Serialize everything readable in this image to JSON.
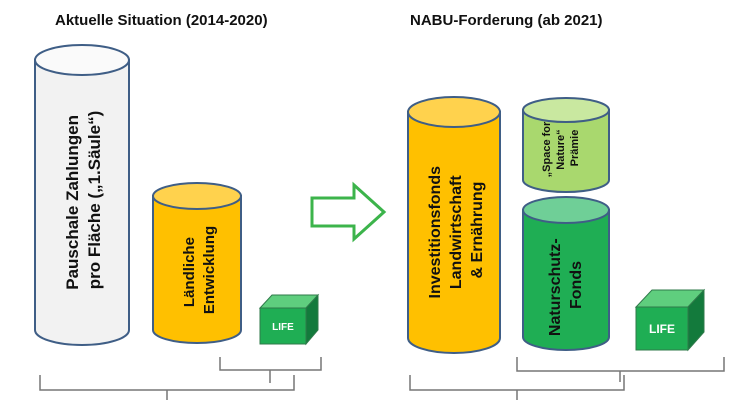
{
  "left_title": "Aktuelle Situation (2014-2020)",
  "right_title": "NABU-Forderung (ab 2021)",
  "left": {
    "pillar1": [
      "Pauschale Zahlungen",
      "pro Fläche („1.Säule“)"
    ],
    "rural": [
      "Ländliche",
      "Entwicklung"
    ],
    "life": "LIFE"
  },
  "right": {
    "invest": [
      "Investitionsfonds",
      "Landwirtschaft",
      "& Ernährung"
    ],
    "space": [
      "„Space for",
      "Nature“",
      "Prämie"
    ],
    "nature": [
      "Naturschutz-",
      "Fonds"
    ],
    "life": "LIFE"
  },
  "colors": {
    "orange": "#ffc000",
    "light_green": "#a9d86e",
    "green": "#1fae54",
    "white_cyl": "#f2f2f2",
    "arrow": "#3cb44b"
  }
}
